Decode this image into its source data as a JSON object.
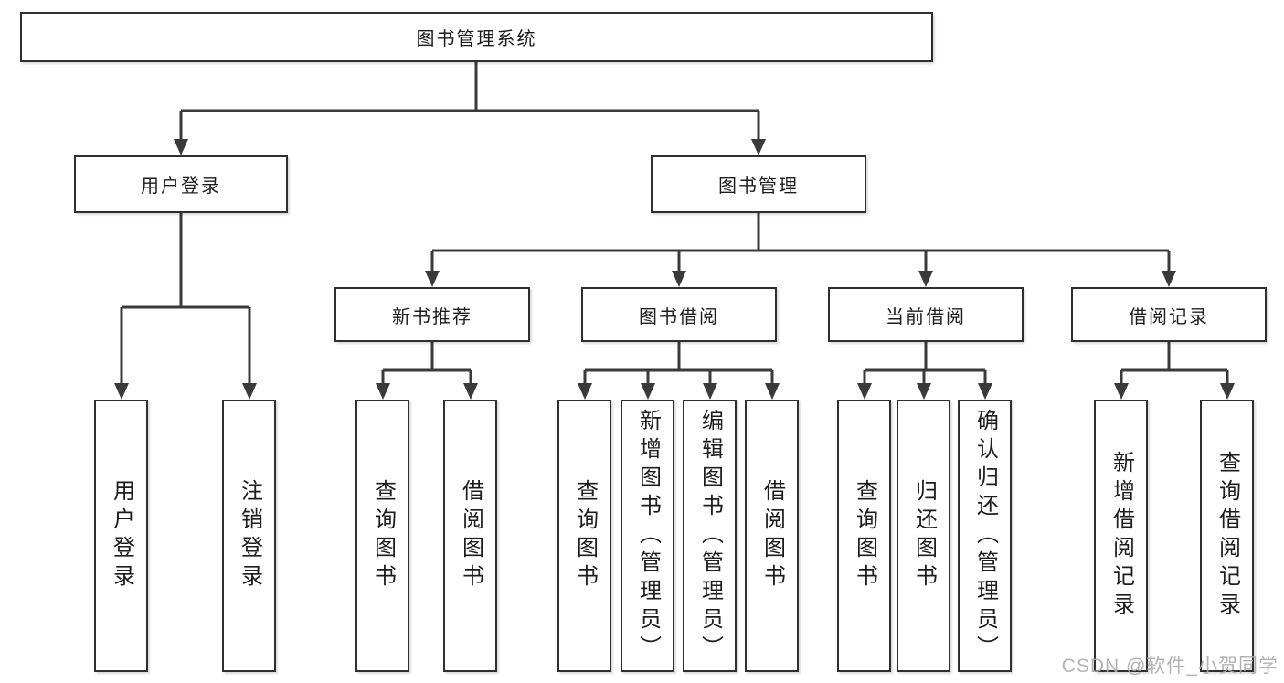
{
  "tree": {
    "root": "图书管理系统",
    "level2": {
      "user_login": "用户登录",
      "book_management": "图书管理"
    },
    "level3": {
      "new_book_recommend": "新书推荐",
      "book_borrowing": "图书借阅",
      "current_borrowing": "当前借阅",
      "borrowing_records": "借阅记录"
    },
    "leaves": {
      "user_login": [
        "用户登录",
        "注销登录"
      ],
      "new_book_recommend": [
        "查询图书",
        "借阅图书"
      ],
      "book_borrowing": [
        "查询图书",
        "新增图书（管理员）",
        "编辑图书（管理员）",
        "借阅图书"
      ],
      "current_borrowing": [
        "查询图书",
        "归还图书",
        "确认归还（管理员）"
      ],
      "borrowing_records": [
        "新增借阅记录",
        "查询借阅记录"
      ]
    }
  },
  "watermark": "CSDN @软件_小贺同学",
  "colors": {
    "line": "#3a3a3a",
    "box_border": "#2f2f2f",
    "box_fill": "#ffffff",
    "text": "#1c1c1c",
    "watermark": "#ababab",
    "background": "#ffffff"
  }
}
